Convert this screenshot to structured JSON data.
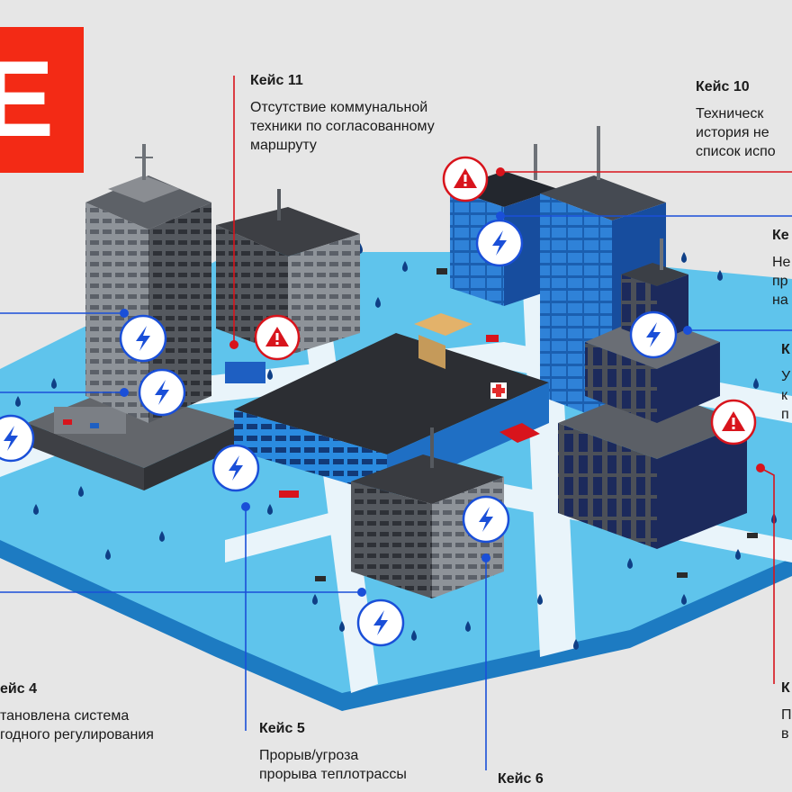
{
  "colors": {
    "background": "#e6e6e6",
    "brand": "#f32a15",
    "blue_line": "#1a4fd8",
    "red_line": "#d8141c",
    "water": "#5fc4ec",
    "platform_side": "#1d7bc2",
    "path": "#e9f4fa"
  },
  "brand": {
    "glyph": "E"
  },
  "cases": {
    "case_11": {
      "title": "Кейс 11",
      "description": "Отсутствие коммунальной\nтехники по согласованному\nмаршруту"
    },
    "case_10": {
      "title": "Кейс 10",
      "description": "Техническ\nистория не\nсписок испо"
    },
    "case_9": {
      "title": "Ке",
      "description": "Не\nпр\nна"
    },
    "case_8": {
      "title": "К",
      "description": "У\nк\nп"
    },
    "case_7": {
      "title": "К",
      "description": "П\nв"
    },
    "case_6": {
      "title": "Кейс 6"
    },
    "case_5": {
      "title": "Кейс 5",
      "description": "Прорыв/угроза\nпрорыва теплотрассы"
    },
    "case_4": {
      "title": "ейс 4",
      "description": "тановлена система\nгодного регулирования"
    }
  },
  "icons": {
    "energy": "lightning-bolt-icon",
    "warning": "warning-triangle-icon"
  }
}
